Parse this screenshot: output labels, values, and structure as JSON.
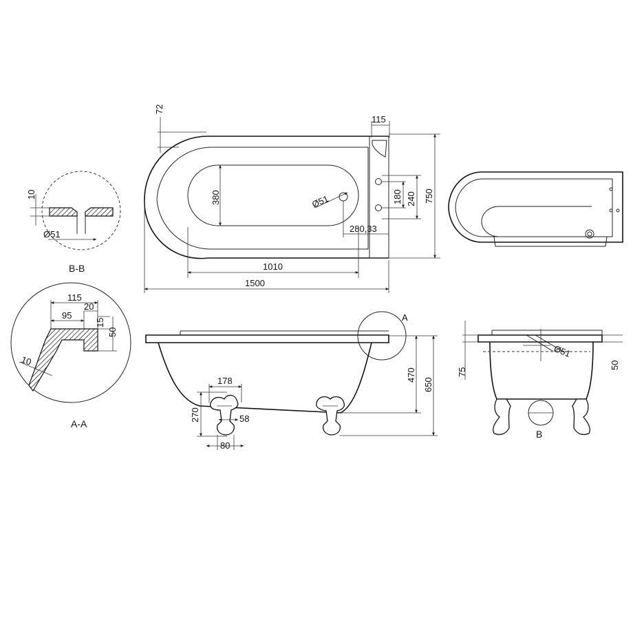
{
  "labels": {
    "section_bb": "B-B",
    "section_aa": "A-A",
    "detail_a": "A",
    "detail_b": "B"
  },
  "dimensions": {
    "top_offset": "72",
    "overflow_width": "115",
    "inner_width": "380",
    "waste_diameter": "Ø51",
    "tap_spacing": "180",
    "tap_panel": "240",
    "total_width": "750",
    "waste_offset": "280,33",
    "inner_length": "1010",
    "total_length": "1500",
    "bb_height": "10",
    "bb_diameter": "Ø51",
    "aa_rim": "115",
    "aa_lip": "20",
    "aa_inner": "95",
    "aa_step": "15",
    "aa_height": "50",
    "aa_wall": "10",
    "foot_width": "178",
    "foot_height": "270",
    "foot_neck": "58",
    "foot_base": "80",
    "inner_depth": "470",
    "total_height": "650",
    "end_rim": "75",
    "end_diameter": "Ø51",
    "end_edge": "50"
  }
}
